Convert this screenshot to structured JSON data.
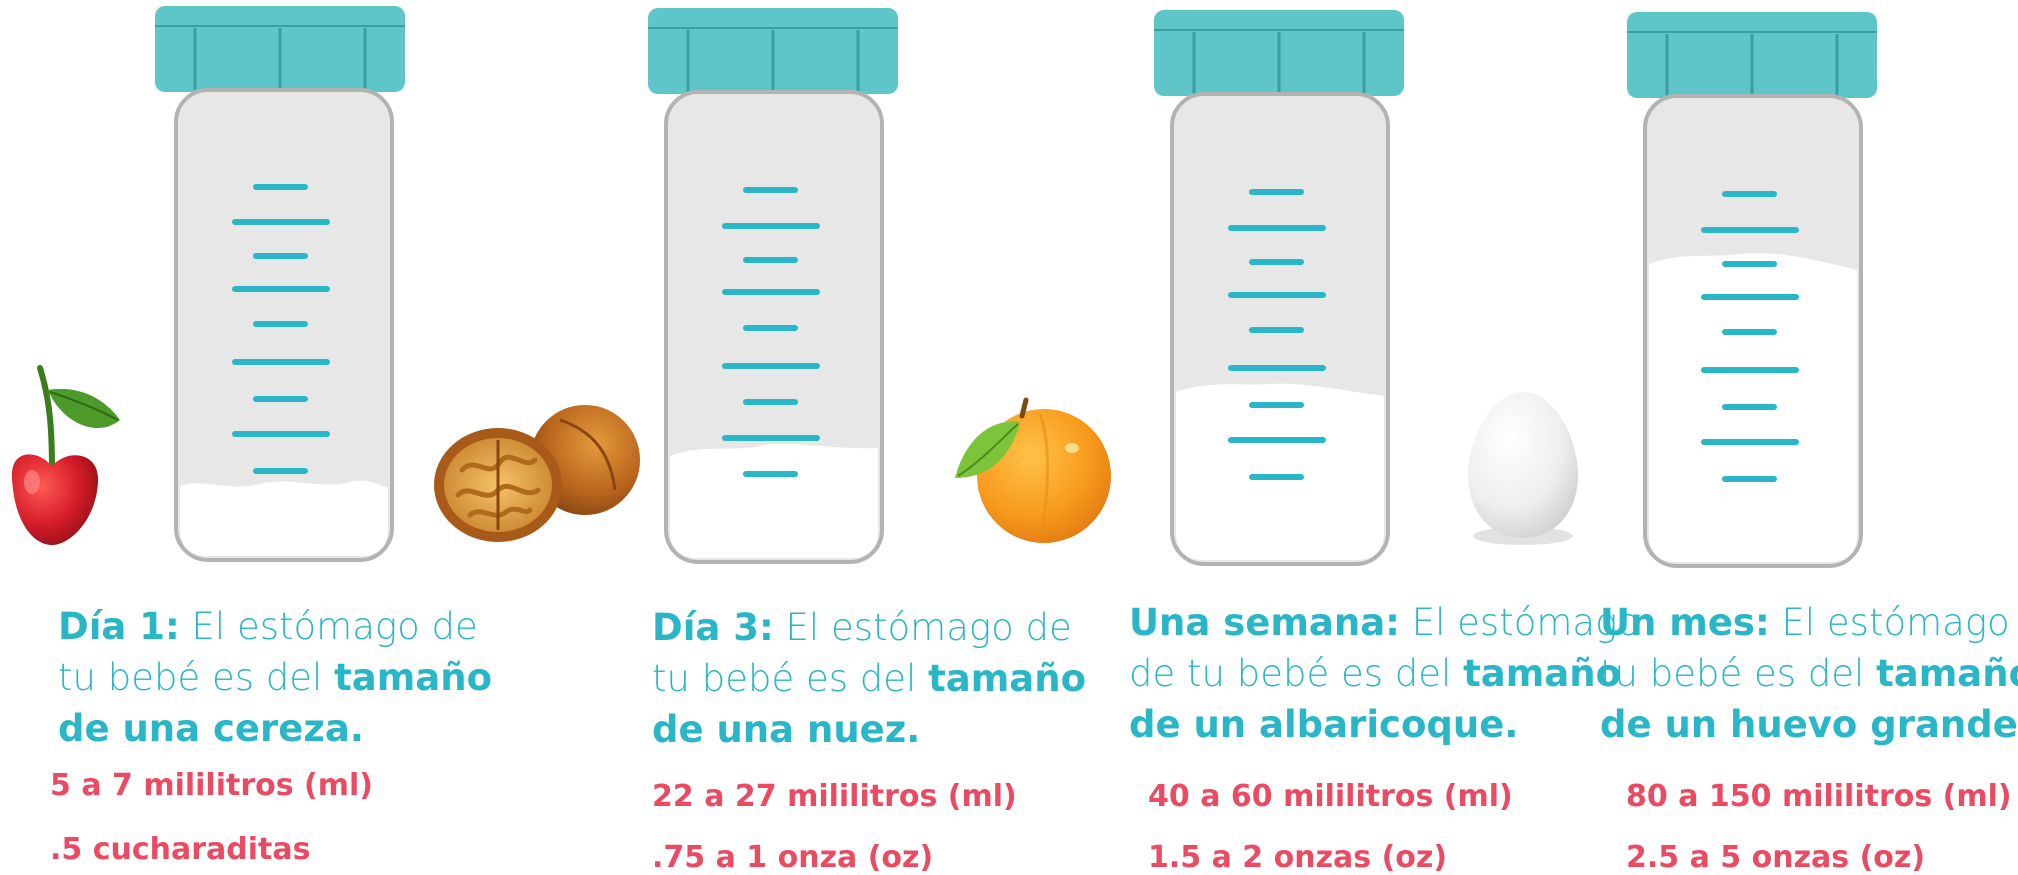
{
  "colors": {
    "cap": "#5ec6c8",
    "cap_edge": "#3a9fa1",
    "bottle_body": "#e7e7e8",
    "bottle_outline": "#b3b3b3",
    "milk": "#ffffff",
    "tick": "#29b6c6",
    "text_teal": "#29b6c6",
    "text_red": "#ea4b63"
  },
  "stages": [
    {
      "id": "day1",
      "food_icon": "cherry-icon",
      "milk_fill": 0.18,
      "title": "Día 1:",
      "line1_rest": " El estómago de",
      "line2_plain": "tu bebé es del ",
      "line2_bold": "tamaño",
      "line3_bold": "de una cereza.",
      "amount_1": "5 a 7 mililitros (ml)",
      "amount_2": ".5 cucharaditas"
    },
    {
      "id": "day3",
      "food_icon": "walnut-icon",
      "milk_fill": 0.26,
      "title": "Día 3:",
      "line1_rest": " El estómago de",
      "line2_plain": "tu bebé es del ",
      "line2_bold": "tamaño",
      "line3_bold": "de una nuez.",
      "amount_1": "22 a 27 mililitros (ml)",
      "amount_2": ".75 a 1 onza (oz)"
    },
    {
      "id": "week",
      "food_icon": "apricot-icon",
      "milk_fill": 0.42,
      "title": "Una semana:",
      "line1_rest": " El estómago",
      "line2_plain": "de tu bebé es del ",
      "line2_bold": "tamaño",
      "line3_bold": "de un albaricoque.",
      "amount_1": "40 a 60 mililitros (ml)",
      "amount_2": "1.5 a 2 onzas (oz)"
    },
    {
      "id": "month",
      "food_icon": "egg-icon",
      "milk_fill": 0.66,
      "title": "Un mes:",
      "line1_rest": " El estómago de",
      "line2_plain": "tu bebé es del ",
      "line2_bold": "tamaño",
      "line3_bold": "de un huevo grande.",
      "amount_1": "80 a 150 mililitros (ml)",
      "amount_2": "2.5 a 5 onzas (oz)"
    }
  ]
}
